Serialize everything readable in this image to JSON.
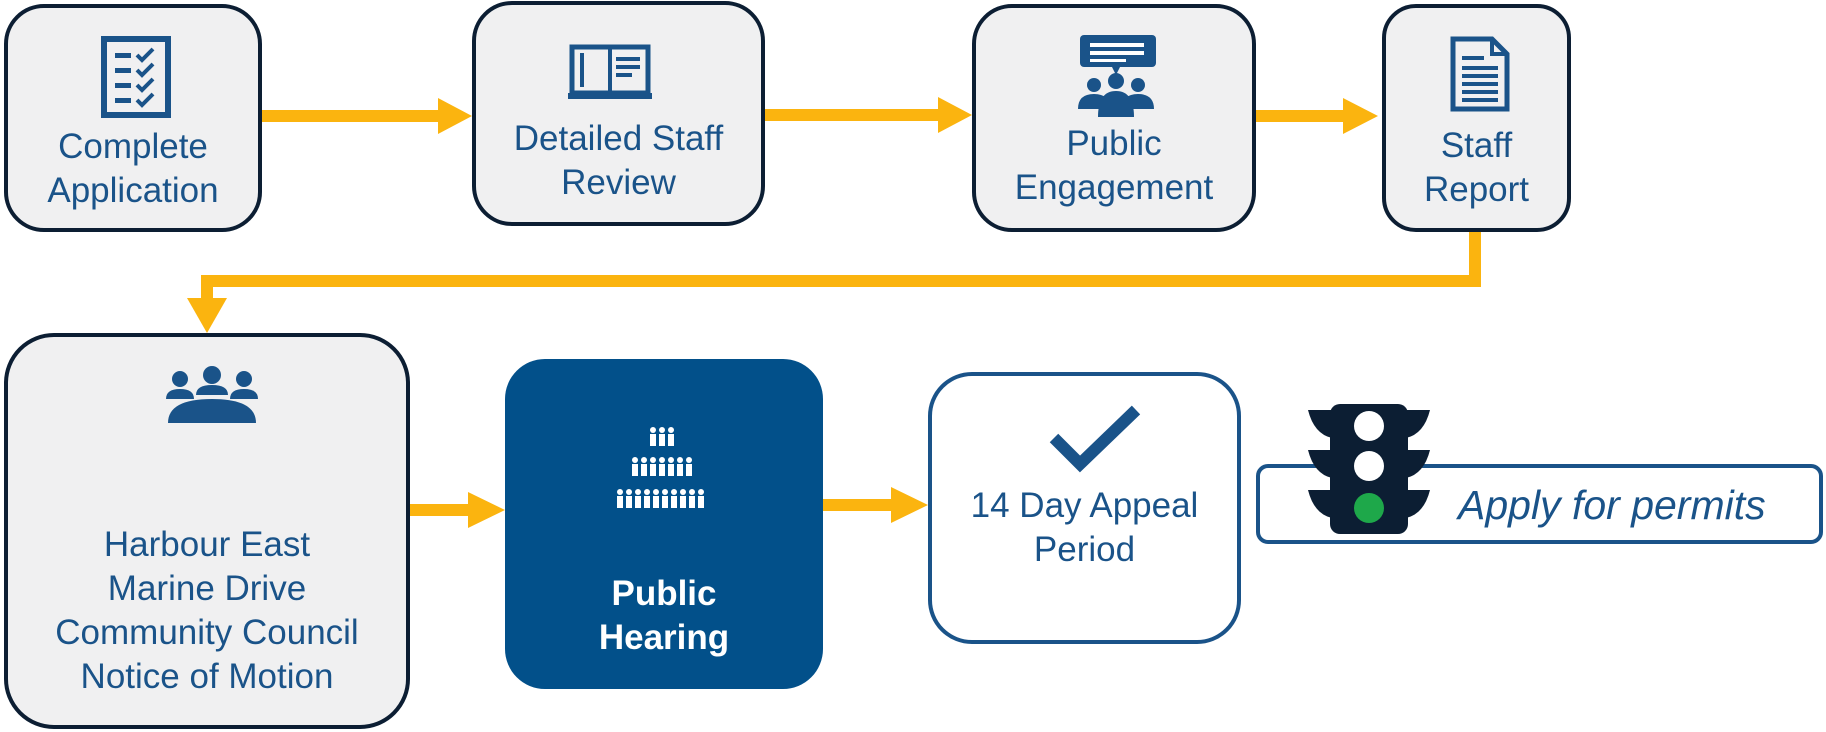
{
  "steps": {
    "complete_application": {
      "line1": "Complete",
      "line2": "Application"
    },
    "detailed_staff_review": {
      "line1": "Detailed Staff",
      "line2": "Review"
    },
    "public_engagement": {
      "line1": "Public",
      "line2": "Engagement"
    },
    "staff_report": {
      "line1": "Staff",
      "line2": "Report"
    },
    "community_council": {
      "line1": "Harbour East",
      "line2": "Marine Drive",
      "line3": "Community Council",
      "line4": "Notice of Motion"
    },
    "public_hearing": {
      "line1": "Public",
      "line2": "Hearing"
    },
    "appeal_period": {
      "line1": "14 Day Appeal",
      "line2": "Period"
    }
  },
  "permits": {
    "label": "Apply for permits"
  },
  "colors": {
    "arrow": "#fbb40f",
    "dark_border": "#0c1e33",
    "navy": "#02508a",
    "text_blue": "#1a5389",
    "box_fill": "#f0f0f1",
    "green_light": "#1ea84a"
  },
  "icons": {
    "complete_application": "checklist-icon",
    "detailed_staff_review": "open-book-icon",
    "public_engagement": "speech-bubble-group-icon",
    "staff_report": "document-icon",
    "community_council": "council-table-icon",
    "public_hearing": "crowd-icon",
    "appeal_period": "checkmark-icon",
    "permits": "traffic-light-icon"
  }
}
